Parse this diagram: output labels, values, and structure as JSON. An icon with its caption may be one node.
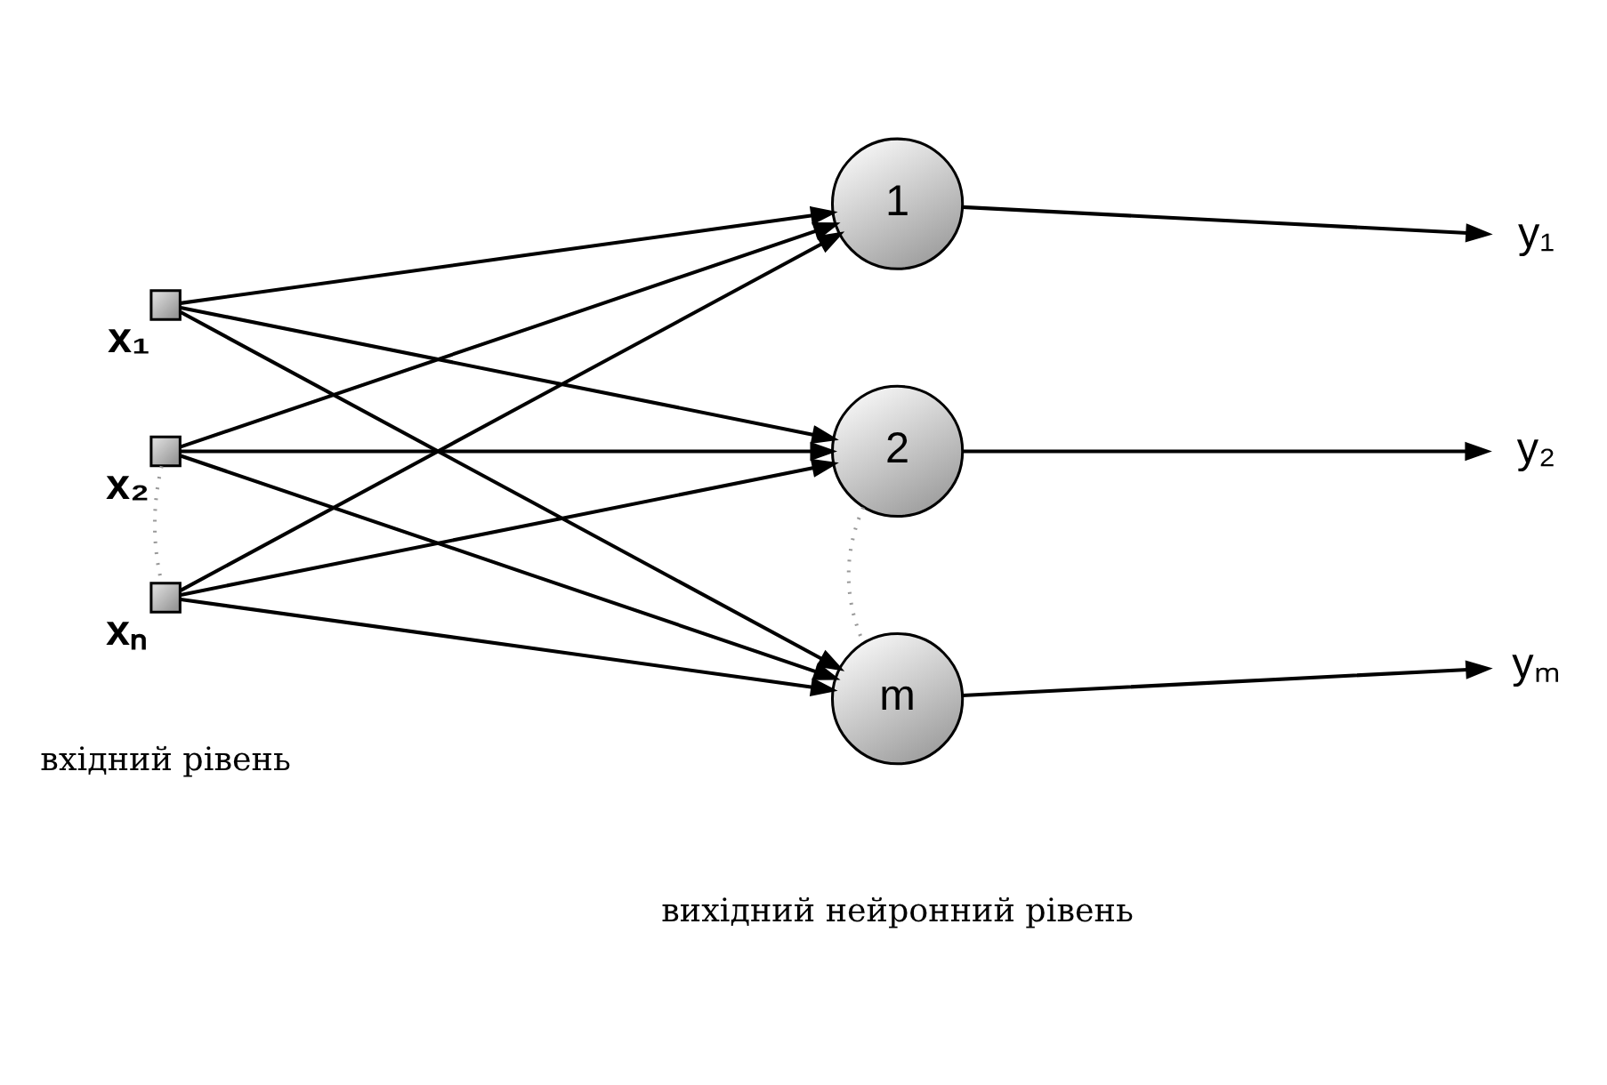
{
  "diagram": {
    "nodes": [
      {
        "text": [],
        "shape": "box",
        "beside": [
          "x₁"
        ]
      },
      {
        "text": [],
        "shape": "box",
        "beside": [
          "x₂"
        ]
      },
      {
        "text": [],
        "shape": "box",
        "beside": [
          "xₙ"
        ]
      },
      {
        "text": [
          "1"
        ]
      },
      {
        "text": [
          "2"
        ]
      },
      {
        "text": [
          "m"
        ]
      },
      {
        "text": [
          "y₁"
        ]
      },
      {
        "text": [
          "y₂"
        ]
      },
      {
        "text": [
          "yₘ"
        ]
      }
    ],
    "edges": [
      {
        "from": 0,
        "to": 3,
        "arrow": "to"
      },
      {
        "from": 0,
        "to": 4,
        "arrow": "to"
      },
      {
        "from": 0,
        "to": 5,
        "arrow": "to"
      },
      {
        "from": 1,
        "to": 3,
        "arrow": "to"
      },
      {
        "from": 1,
        "to": 4,
        "arrow": "to"
      },
      {
        "from": 1,
        "to": 5,
        "arrow": "to"
      },
      {
        "from": 2,
        "to": 3,
        "arrow": "to"
      },
      {
        "from": 2,
        "to": 4,
        "arrow": "to"
      },
      {
        "from": 2,
        "to": 5,
        "arrow": "to"
      },
      {
        "from": 3,
        "to": 6,
        "arrow": "to"
      },
      {
        "from": 4,
        "to": 7,
        "arrow": "to"
      },
      {
        "from": 5,
        "to": 8,
        "arrow": "to"
      },
      {
        "from": 1,
        "to": 2,
        "arrow": "none",
        "style": "dashed",
        "color": "#999999"
      },
      {
        "from": 4,
        "to": 5,
        "arrow": "none",
        "style": "dashed",
        "color": "#999999"
      }
    ],
    "labels": [
      "вхідний рівень",
      "вихідний нейронний рівень"
    ]
  }
}
